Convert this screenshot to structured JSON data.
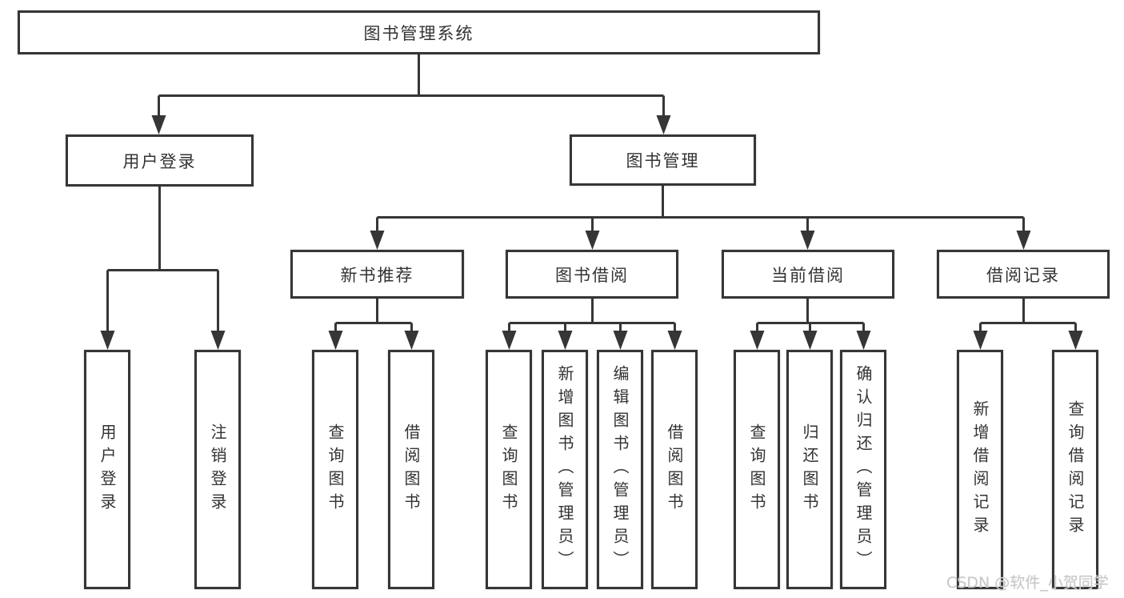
{
  "tree": {
    "label": "图书管理系统",
    "children": [
      {
        "label": "用户登录",
        "children": [
          {
            "label": "用户登录"
          },
          {
            "label": "注销登录"
          }
        ]
      },
      {
        "label": "图书管理",
        "children": [
          {
            "label": "新书推荐",
            "children": [
              {
                "label": "查询图书"
              },
              {
                "label": "借阅图书"
              }
            ]
          },
          {
            "label": "图书借阅",
            "children": [
              {
                "label": "查询图书"
              },
              {
                "label": "新增图书（管理员）"
              },
              {
                "label": "编辑图书（管理员）"
              },
              {
                "label": "借阅图书"
              }
            ]
          },
          {
            "label": "当前借阅",
            "children": [
              {
                "label": "查询图书"
              },
              {
                "label": "归还图书"
              },
              {
                "label": "确认归还（管理员）"
              }
            ]
          },
          {
            "label": "借阅记录",
            "children": [
              {
                "label": "新增借阅记录"
              },
              {
                "label": "查询借阅记录"
              }
            ]
          }
        ]
      }
    ]
  },
  "watermark": {
    "text": "CSDN @软件_小贺同学"
  },
  "colors": {
    "line": "#363636",
    "box_border": "#363636",
    "box_background": "#ffffff",
    "text": "#333333",
    "watermark": "#c9c9c9"
  }
}
